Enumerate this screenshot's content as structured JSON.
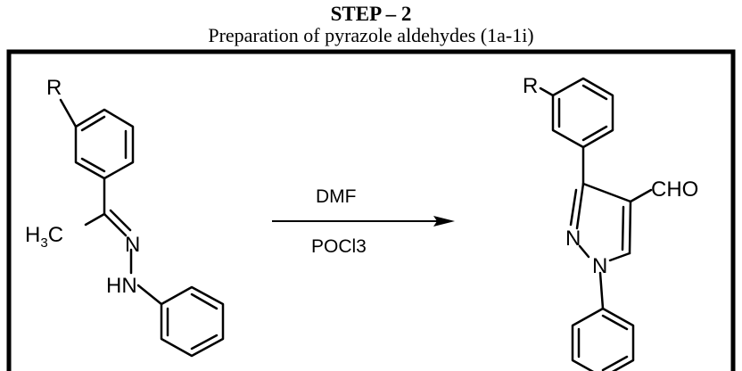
{
  "header": {
    "title": "STEP – 2",
    "subtitle": "Preparation of pyrazole aldehydes (1a-1i)"
  },
  "reactant": {
    "substituent": "R",
    "methyl_label": "H",
    "methyl_sub": "3",
    "methyl_tail": "C",
    "n_label": "N",
    "hn_label": "HN"
  },
  "reagents": {
    "above": "DMF",
    "below": "POCl3"
  },
  "product": {
    "substituent": "R",
    "aldehyde": "CHO",
    "n2_label": "N",
    "n1_label": "N"
  }
}
